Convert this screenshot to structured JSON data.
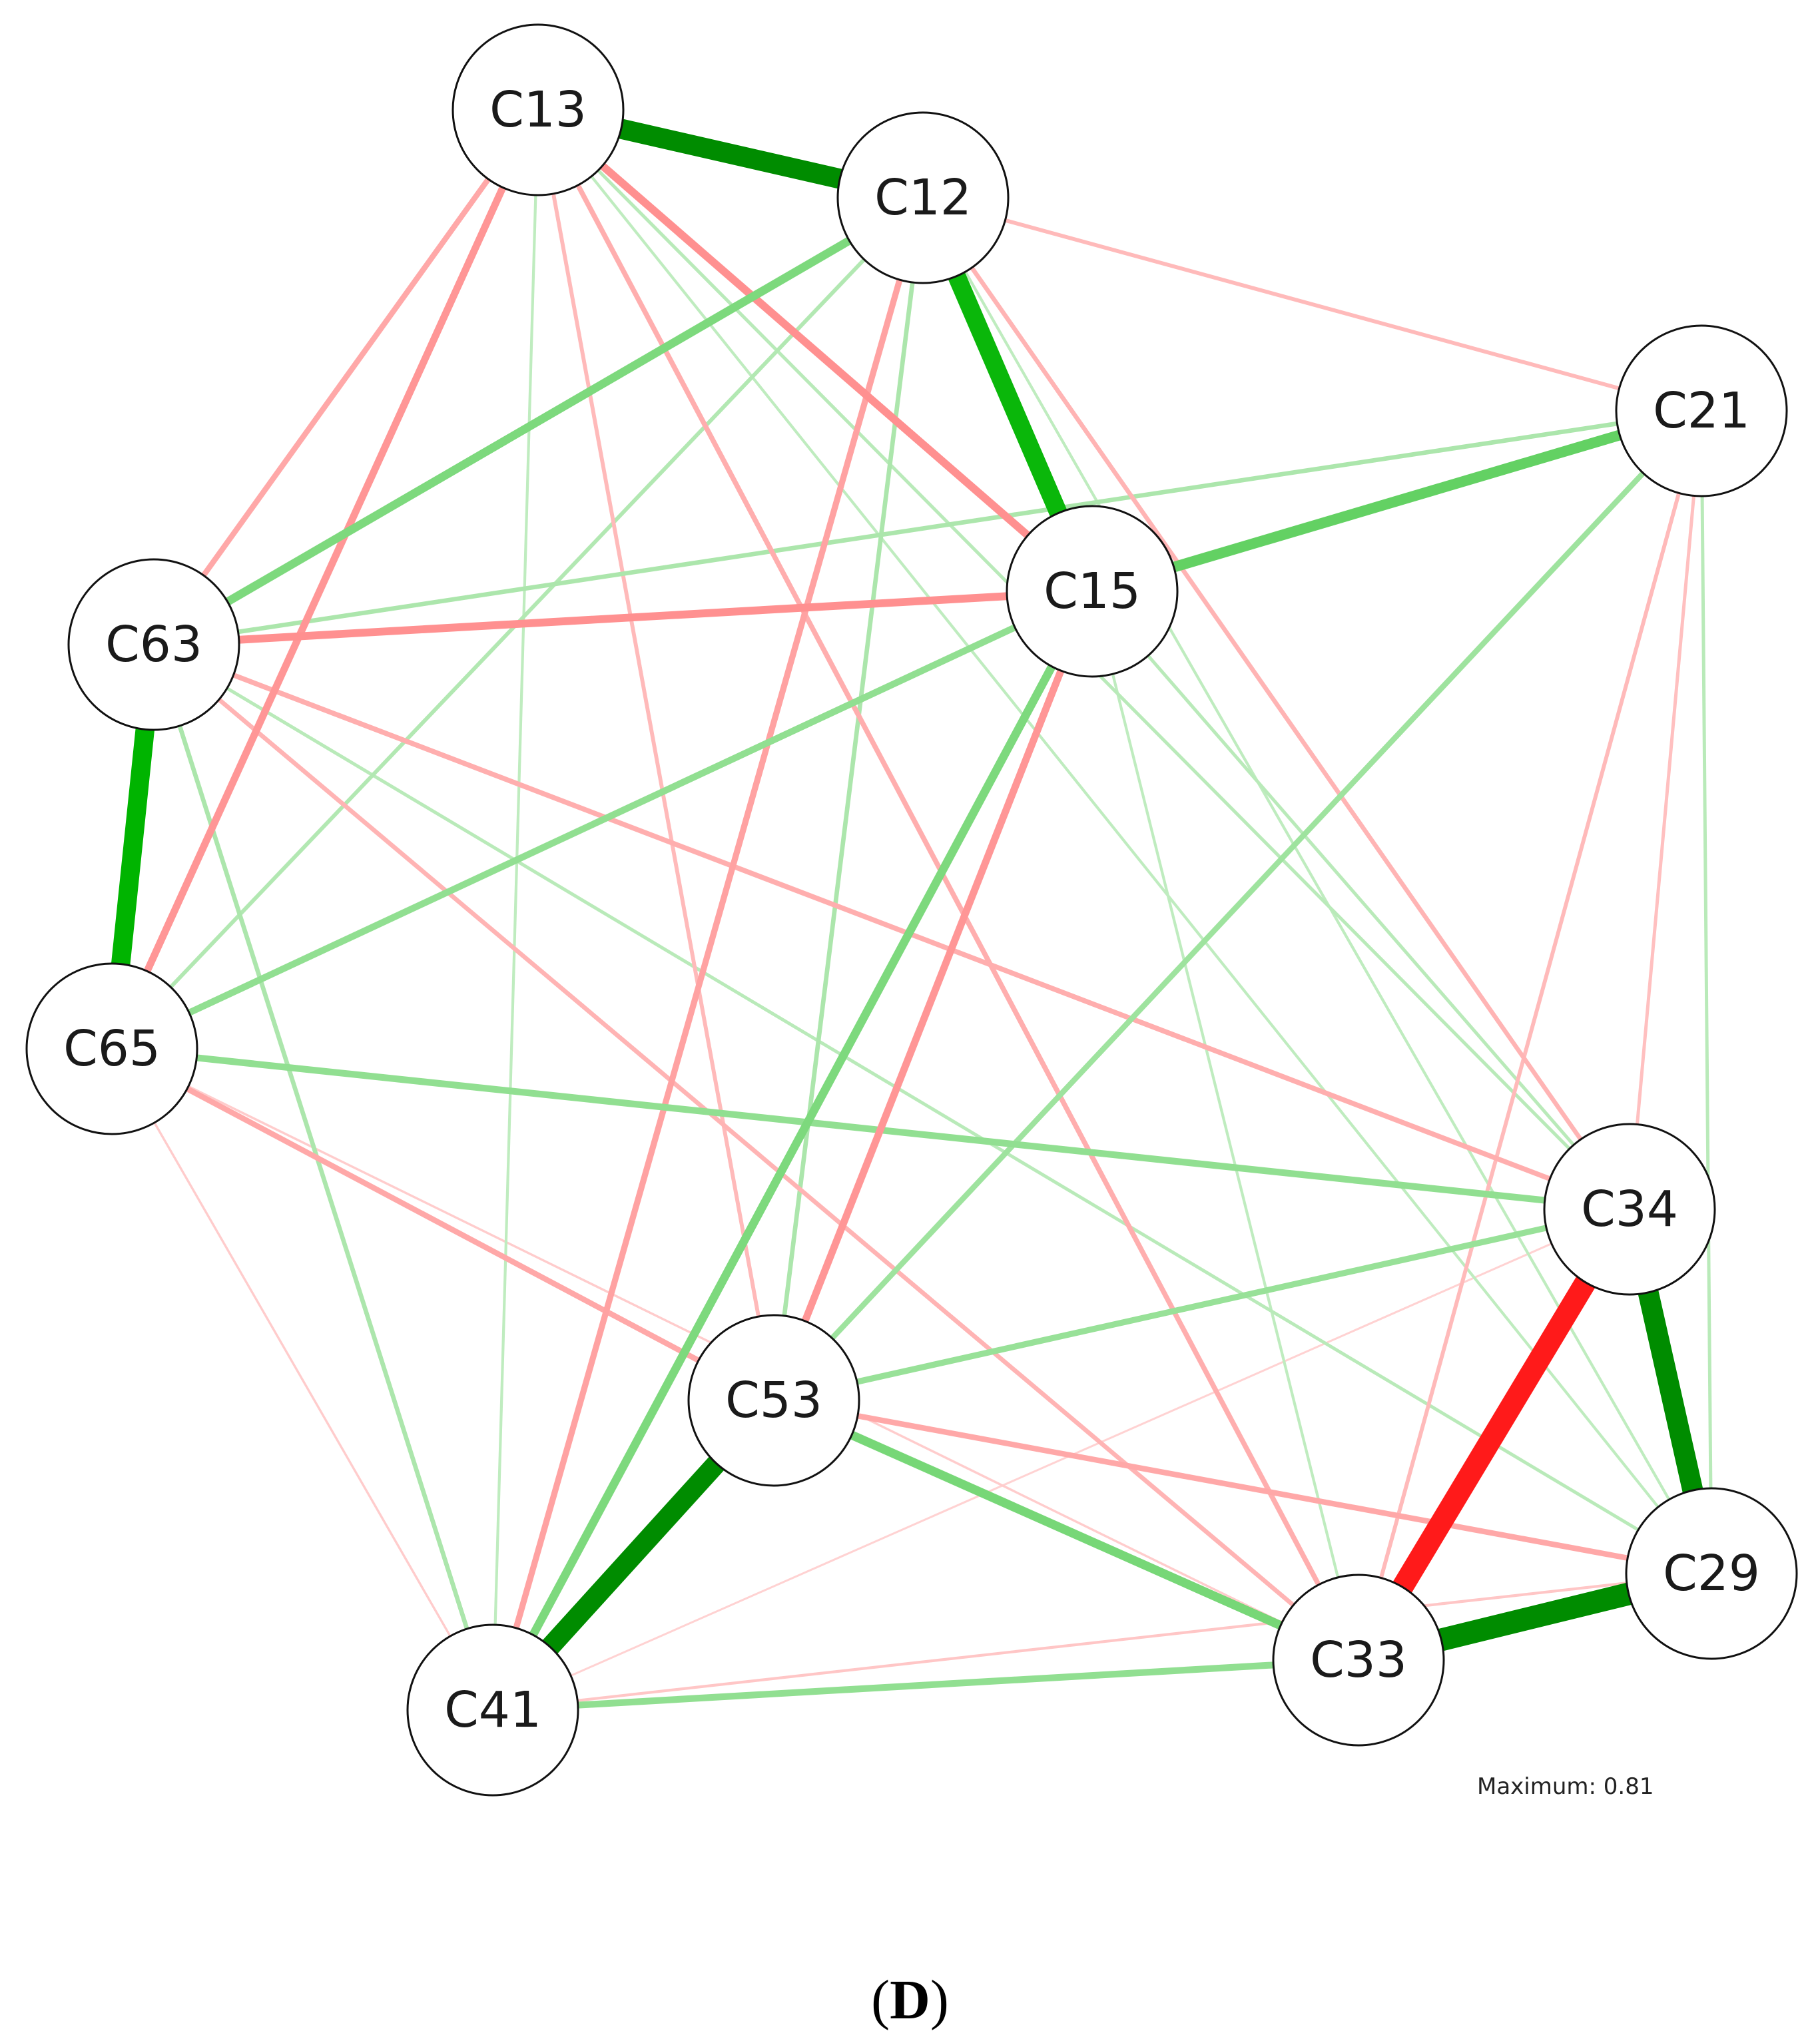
{
  "panel_label": {
    "open": "(",
    "letter": "D",
    "close": ")"
  },
  "maximum_label": "Maximum: 0.81",
  "colors": {
    "positive": "#00b400",
    "negative": "#ff1a1a",
    "node_fill": "#ffffff",
    "node_stroke": "#111111"
  },
  "nodes": [
    {
      "id": "C13",
      "label": "C13"
    },
    {
      "id": "C12",
      "label": "C12"
    },
    {
      "id": "C21",
      "label": "C21"
    },
    {
      "id": "C15",
      "label": "C15"
    },
    {
      "id": "C63",
      "label": "C63"
    },
    {
      "id": "C65",
      "label": "C65"
    },
    {
      "id": "C34",
      "label": "C34"
    },
    {
      "id": "C53",
      "label": "C53"
    },
    {
      "id": "C29",
      "label": "C29"
    },
    {
      "id": "C33",
      "label": "C33"
    },
    {
      "id": "C41",
      "label": "C41"
    }
  ],
  "edges": [
    {
      "source": "C13",
      "target": "C12",
      "weight": 0.72,
      "sign": "positive"
    },
    {
      "source": "C12",
      "target": "C15",
      "weight": 0.65,
      "sign": "positive"
    },
    {
      "source": "C63",
      "target": "C65",
      "weight": 0.68,
      "sign": "positive"
    },
    {
      "source": "C53",
      "target": "C41",
      "weight": 0.72,
      "sign": "positive"
    },
    {
      "source": "C34",
      "target": "C29",
      "weight": 0.74,
      "sign": "positive"
    },
    {
      "source": "C29",
      "target": "C33",
      "weight": 0.81,
      "sign": "positive"
    },
    {
      "source": "C34",
      "target": "C33",
      "weight": 0.78,
      "sign": "negative"
    },
    {
      "source": "C15",
      "target": "C21",
      "weight": 0.38,
      "sign": "positive"
    },
    {
      "source": "C12",
      "target": "C63",
      "weight": 0.3,
      "sign": "positive"
    },
    {
      "source": "C53",
      "target": "C33",
      "weight": 0.32,
      "sign": "positive"
    },
    {
      "source": "C15",
      "target": "C41",
      "weight": 0.3,
      "sign": "positive"
    },
    {
      "source": "C41",
      "target": "C33",
      "weight": 0.24,
      "sign": "positive"
    },
    {
      "source": "C15",
      "target": "C65",
      "weight": 0.24,
      "sign": "positive"
    },
    {
      "source": "C65",
      "target": "C34",
      "weight": 0.24,
      "sign": "positive"
    },
    {
      "source": "C53",
      "target": "C34",
      "weight": 0.22,
      "sign": "positive"
    },
    {
      "source": "C21",
      "target": "C53",
      "weight": 0.2,
      "sign": "positive"
    },
    {
      "source": "C21",
      "target": "C63",
      "weight": 0.16,
      "sign": "positive"
    },
    {
      "source": "C21",
      "target": "C29",
      "weight": 0.12,
      "sign": "positive"
    },
    {
      "source": "C12",
      "target": "C53",
      "weight": 0.16,
      "sign": "positive"
    },
    {
      "source": "C12",
      "target": "C65",
      "weight": 0.14,
      "sign": "positive"
    },
    {
      "source": "C63",
      "target": "C41",
      "weight": 0.16,
      "sign": "positive"
    },
    {
      "source": "C13",
      "target": "C41",
      "weight": 0.1,
      "sign": "positive"
    },
    {
      "source": "C15",
      "target": "C34",
      "weight": 0.12,
      "sign": "positive"
    },
    {
      "source": "C13",
      "target": "C34",
      "weight": 0.12,
      "sign": "positive"
    },
    {
      "source": "C12",
      "target": "C29",
      "weight": 0.1,
      "sign": "positive"
    },
    {
      "source": "C63",
      "target": "C29",
      "weight": 0.12,
      "sign": "positive"
    },
    {
      "source": "C53",
      "target": "C29",
      "weight": 0.1,
      "sign": "positive"
    },
    {
      "source": "C13",
      "target": "C29",
      "weight": 0.1,
      "sign": "positive"
    },
    {
      "source": "C15",
      "target": "C33",
      "weight": 0.1,
      "sign": "positive"
    },
    {
      "source": "C63",
      "target": "C15",
      "weight": 0.28,
      "sign": "negative"
    },
    {
      "source": "C13",
      "target": "C15",
      "weight": 0.28,
      "sign": "negative"
    },
    {
      "source": "C13",
      "target": "C65",
      "weight": 0.26,
      "sign": "negative"
    },
    {
      "source": "C13",
      "target": "C63",
      "weight": 0.2,
      "sign": "negative"
    },
    {
      "source": "C12",
      "target": "C41",
      "weight": 0.22,
      "sign": "negative"
    },
    {
      "source": "C15",
      "target": "C53",
      "weight": 0.26,
      "sign": "negative"
    },
    {
      "source": "C12",
      "target": "C34",
      "weight": 0.16,
      "sign": "negative"
    },
    {
      "source": "C12",
      "target": "C21",
      "weight": 0.14,
      "sign": "negative"
    },
    {
      "source": "C63",
      "target": "C34",
      "weight": 0.18,
      "sign": "negative"
    },
    {
      "source": "C63",
      "target": "C33",
      "weight": 0.16,
      "sign": "negative"
    },
    {
      "source": "C65",
      "target": "C53",
      "weight": 0.2,
      "sign": "negative"
    },
    {
      "source": "C53",
      "target": "C29",
      "weight": 0.2,
      "sign": "negative"
    },
    {
      "source": "C13",
      "target": "C33",
      "weight": 0.18,
      "sign": "negative"
    },
    {
      "source": "C13",
      "target": "C53",
      "weight": 0.14,
      "sign": "negative"
    },
    {
      "source": "C21",
      "target": "C33",
      "weight": 0.14,
      "sign": "negative"
    },
    {
      "source": "C21",
      "target": "C34",
      "weight": 0.12,
      "sign": "negative"
    },
    {
      "source": "C41",
      "target": "C29",
      "weight": 0.1,
      "sign": "negative"
    },
    {
      "source": "C65",
      "target": "C41",
      "weight": 0.08,
      "sign": "negative"
    },
    {
      "source": "C65",
      "target": "C33",
      "weight": 0.08,
      "sign": "negative"
    },
    {
      "source": "C41",
      "target": "C34",
      "weight": 0.06,
      "sign": "negative"
    }
  ]
}
